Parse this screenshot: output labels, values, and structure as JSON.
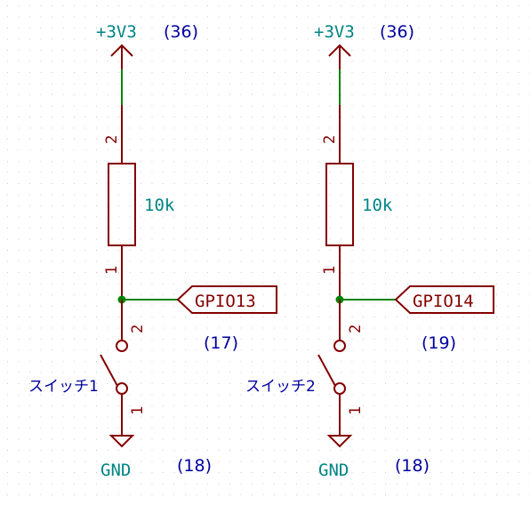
{
  "colors": {
    "background": "#ffffff",
    "grid_dot": "#c8c8c8",
    "component": "#840000",
    "wire": "#008400",
    "junction": "#008400",
    "power_label": "#008484",
    "value_label": "#008484",
    "pin_annotation": "#0000a0"
  },
  "circuits": [
    {
      "power": {
        "name": "+3V3",
        "pin": "(36)",
        "icon": "power-arrow-icon"
      },
      "resistor": {
        "value": "10k",
        "pin_top": "2",
        "pin_bottom": "1"
      },
      "gpio": {
        "label": "GPIO13",
        "pin": "(17)"
      },
      "switch": {
        "name": "スイッチ1",
        "pin_top": "2",
        "pin_bottom": "1"
      },
      "ground": {
        "name": "GND",
        "pin": "(18)",
        "icon": "ground-icon"
      }
    },
    {
      "power": {
        "name": "+3V3",
        "pin": "(36)",
        "icon": "power-arrow-icon"
      },
      "resistor": {
        "value": "10k",
        "pin_top": "2",
        "pin_bottom": "1"
      },
      "gpio": {
        "label": "GPIO14",
        "pin": "(19)"
      },
      "switch": {
        "name": "スイッチ2",
        "pin_top": "2",
        "pin_bottom": "1"
      },
      "ground": {
        "name": "GND",
        "pin": "(18)",
        "icon": "ground-icon"
      }
    }
  ]
}
